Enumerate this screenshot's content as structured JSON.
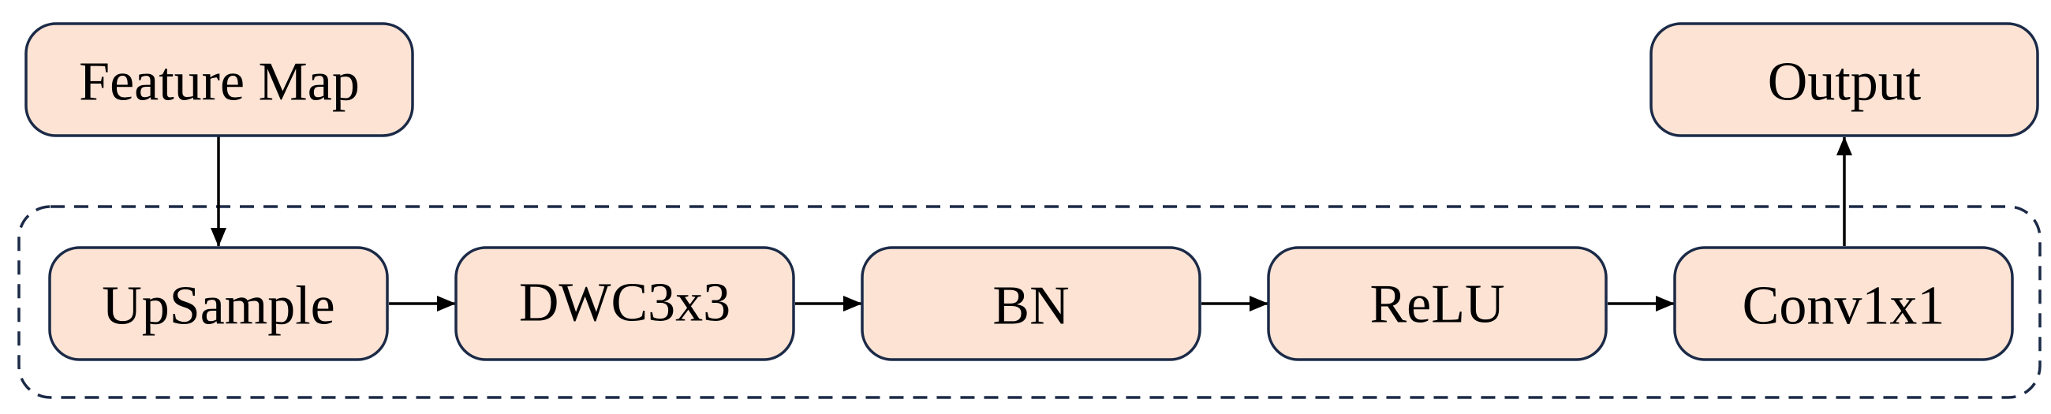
{
  "diagram": {
    "colors": {
      "node_fill": "#fde3d4",
      "node_stroke": "#1b2a47",
      "text": "#000000",
      "edge": "#000000",
      "group_border": "#1b2a47"
    },
    "nodes": {
      "feature_map": "Feature Map",
      "upsample": "UpSample",
      "dwc3x3": "DWC3x3",
      "bn": "BN",
      "relu": "ReLU",
      "conv1x1": "Conv1x1",
      "output": "Output"
    },
    "edges": [
      {
        "from": "Feature Map",
        "to": "UpSample"
      },
      {
        "from": "UpSample",
        "to": "DWC3x3"
      },
      {
        "from": "DWC3x3",
        "to": "BN"
      },
      {
        "from": "BN",
        "to": "ReLU"
      },
      {
        "from": "ReLU",
        "to": "Conv1x1"
      },
      {
        "from": "Conv1x1",
        "to": "Output"
      }
    ]
  }
}
